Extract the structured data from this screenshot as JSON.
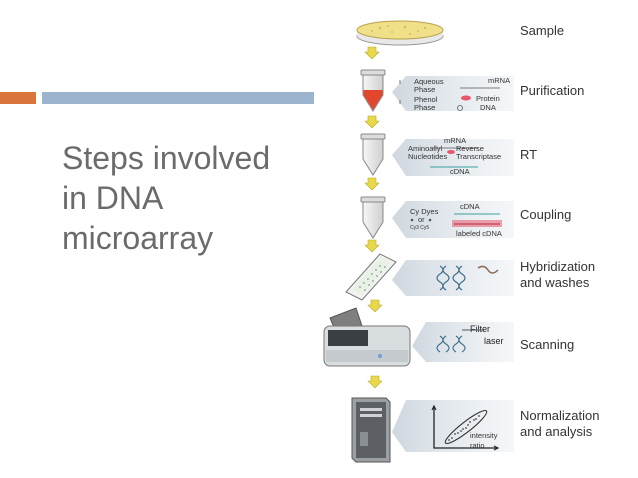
{
  "slide": {
    "title": "Steps involved\nin DNA\nmicroarray",
    "colors": {
      "accent_orange": "#d9743a",
      "accent_blue": "#9db4cf",
      "arrow_yellow": "#e8d84a",
      "sample_yellow": "#f0e08a",
      "tube_red": "#e2462c",
      "labeled_pink": "#e8566a"
    }
  },
  "steps": [
    {
      "label": "Sample"
    },
    {
      "label": "Purification"
    },
    {
      "label": "RT"
    },
    {
      "label": "Coupling"
    },
    {
      "label": "Hybridization\nand washes"
    },
    {
      "label": "Scanning"
    },
    {
      "label": "Normalization\nand analysis"
    }
  ],
  "callouts": {
    "purification": {
      "aqueous": "Aqueous",
      "phase1": "Phase",
      "phenol": "Phenol",
      "phase2": "Phase",
      "mrna": "mRNA",
      "protein": "Protein",
      "dna": "DNA"
    },
    "rt": {
      "mrna": "mRNA",
      "aminoallyl": "Aminoallyl",
      "nucleotides": "Nucleotides",
      "reverse": "Reverse",
      "transcriptase": "Transcriptase",
      "cdna": "cDNA"
    },
    "coupling": {
      "cy_dyes": "Cy Dyes",
      "or": "or",
      "cy": "Cy3 Cy5",
      "cdna": "cDNA",
      "labeled": "labeled cDNA"
    },
    "scanning": {
      "filter": "Filter",
      "laser": "laser"
    },
    "analysis": {
      "intensity": "intensity",
      "ratio": "ratio"
    }
  }
}
